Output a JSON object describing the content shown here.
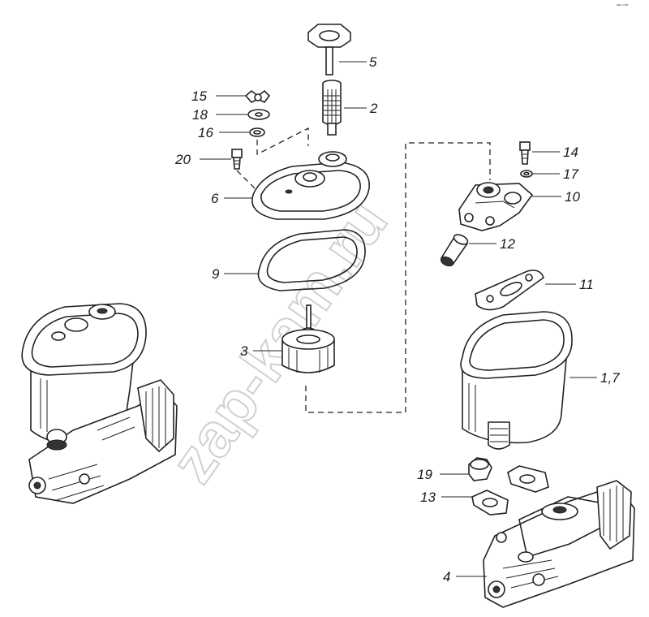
{
  "watermark": "zap-kam.ru",
  "corner_mark": "ᵃᵍᵉ ᶜᵒᵈᵉ",
  "callouts": [
    {
      "id": "5",
      "text": "5"
    },
    {
      "id": "2",
      "text": "2"
    },
    {
      "id": "15",
      "text": "15"
    },
    {
      "id": "18",
      "text": "18"
    },
    {
      "id": "16",
      "text": "16"
    },
    {
      "id": "20",
      "text": "20"
    },
    {
      "id": "6",
      "text": "6"
    },
    {
      "id": "9",
      "text": "9"
    },
    {
      "id": "3",
      "text": "3"
    },
    {
      "id": "14",
      "text": "14"
    },
    {
      "id": "17",
      "text": "17"
    },
    {
      "id": "10",
      "text": "10"
    },
    {
      "id": "12",
      "text": "12"
    },
    {
      "id": "11",
      "text": "11"
    },
    {
      "id": "1_7",
      "text": "1,7"
    },
    {
      "id": "19",
      "text": "19"
    },
    {
      "id": "13",
      "text": "13"
    },
    {
      "id": "4",
      "text": "4"
    }
  ]
}
